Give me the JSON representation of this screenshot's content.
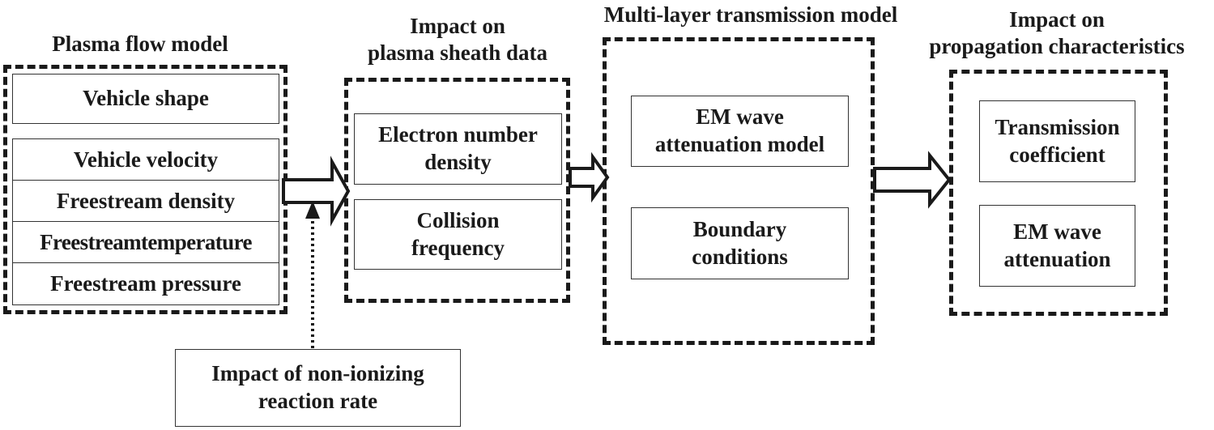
{
  "plasma_flow": {
    "heading": "Plasma flow model",
    "items": [
      "Vehicle shape",
      "Vehicle velocity",
      "Freestream density",
      "Freestreamtemperature",
      "Freestream pressure"
    ]
  },
  "sheath": {
    "heading": "Impact on\nplasma sheath data",
    "items": [
      "Electron number\ndensity",
      "Collision\nfrequency"
    ]
  },
  "transmission": {
    "heading": "Multi-layer transmission model",
    "items": [
      "EM wave\nattenuation model",
      "Boundary\nconditions"
    ]
  },
  "propagation": {
    "heading": "Impact on\npropagation characteristics",
    "items": [
      "Transmission\ncoefficient",
      "EM wave\nattenuation"
    ]
  },
  "non_ionizing": {
    "label": "Impact of non-ionizing\nreaction rate"
  }
}
